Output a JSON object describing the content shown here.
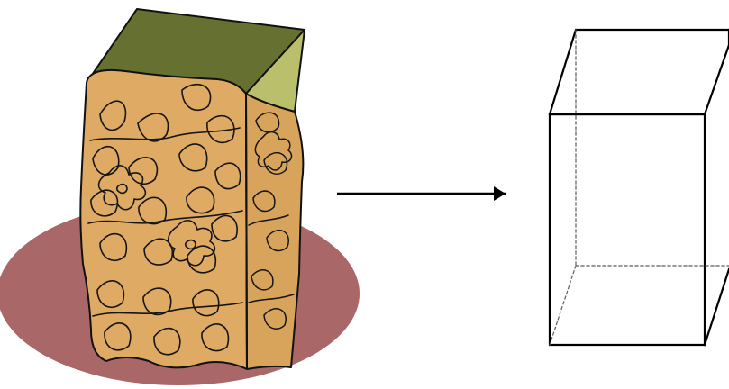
{
  "scene": {
    "left_object": "decorated-box-vase-on-plate",
    "right_object": "rectangular-prism-wireframe",
    "arrow_direction": "left-to-right"
  },
  "colors": {
    "background": "#ffffff",
    "plate": "#a96767",
    "box_front": "#dfaa63",
    "box_side": "#d8a35b",
    "box_inside": "#667031",
    "box_inside_right": "#b9bf6a",
    "outline": "#111111",
    "wireframe": "#000000",
    "hidden_edges": "#5b5b5b"
  }
}
